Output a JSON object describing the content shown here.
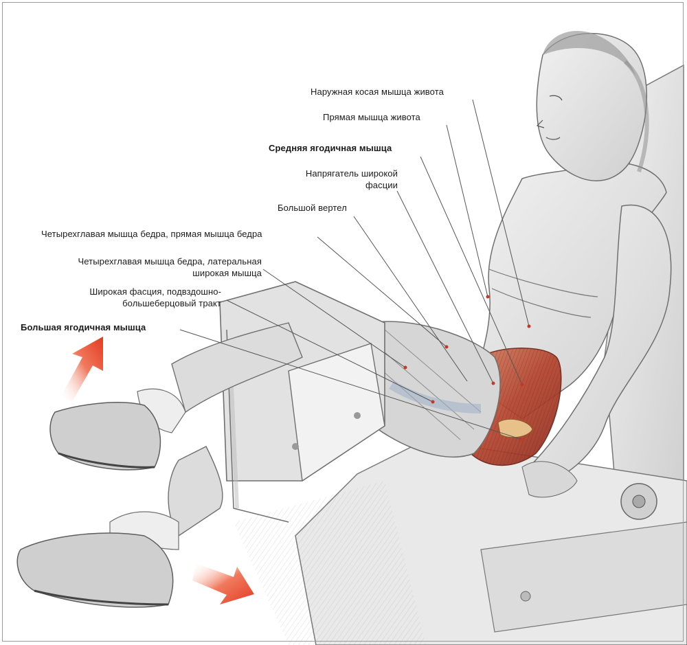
{
  "labels": {
    "obliquus_externus": "Наружная косая мышца живота",
    "rectus_abdominis": "Прямая мышца живота",
    "gluteus_medius": "Средняя ягодичная мышца",
    "tensor_fasciae_latae": "Напрягатель широкой\nфасции",
    "greater_trochanter": "Большой вертел",
    "rectus_femoris": "Четырехглавая мышца бедра, прямая мышца бедра",
    "vastus_lateralis": "Четырехглавая мышца бедра, латеральная\nширокая мышца",
    "iliotibial_tract": "Широкая фасция, подвздошно-\nбольшеберцовый тракт",
    "gluteus_maximus": "Большая ягодичная мышца"
  },
  "colors": {
    "line": "#555555",
    "muscle_highlight": "#c0392b",
    "arrow": "#e8452c",
    "sketch": "#6f6f6f"
  },
  "icons": {
    "upper_arrow": "arrow-up-right-icon",
    "lower_arrow": "arrow-down-right-icon"
  }
}
